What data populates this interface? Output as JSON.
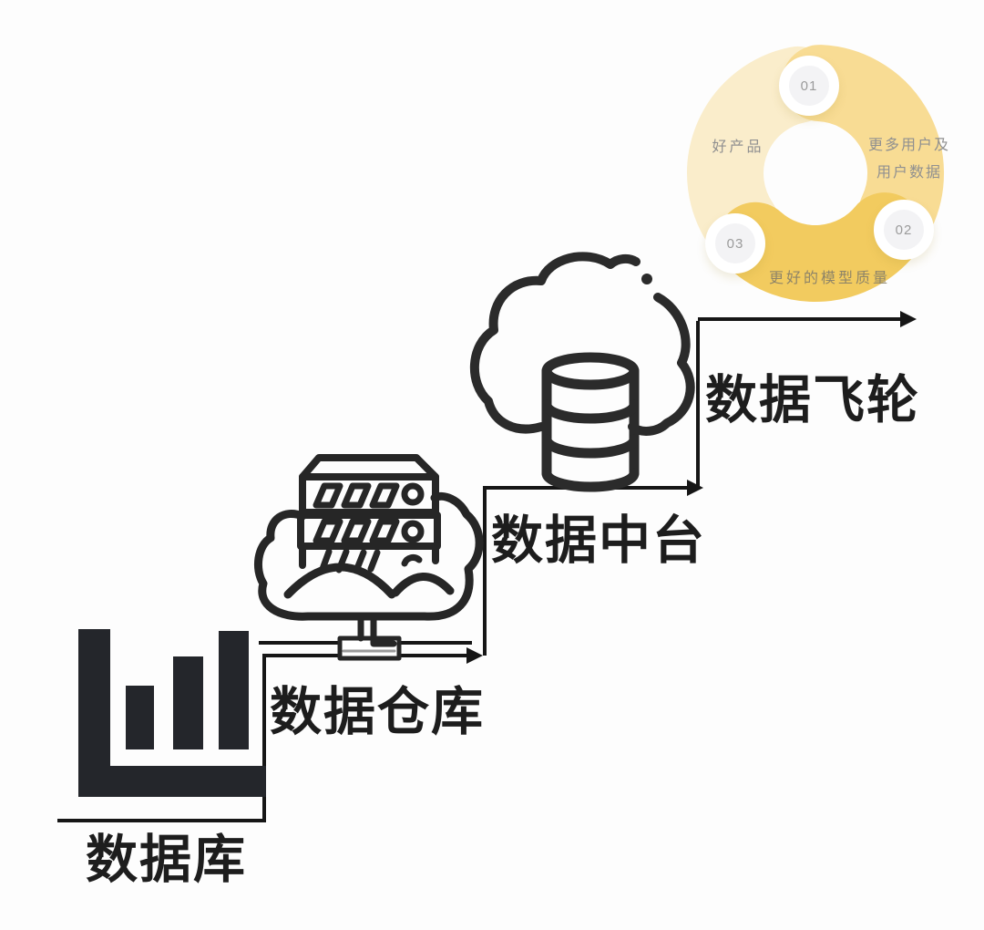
{
  "diagram": {
    "stages": [
      {
        "label": "数据库",
        "icon": "bar-chart-icon"
      },
      {
        "label": "数据仓库",
        "icon": "server-cloud-icon"
      },
      {
        "label": "数据中台",
        "icon": "cloud-database-icon"
      },
      {
        "label": "数据飞轮",
        "icon": "flywheel-cycle-icon"
      }
    ],
    "flywheel": {
      "items": [
        {
          "number": "01",
          "label": "好产品",
          "color": "#FAEDCB"
        },
        {
          "number": "02",
          "label_line1": "更多用户及",
          "label_line2": "用户数据",
          "color": "#F8DC94"
        },
        {
          "number": "03",
          "label": "更好的模型质量",
          "color": "#F2CB5F"
        }
      ]
    },
    "colors": {
      "ink": "#1D1D1D",
      "line": "#161616",
      "icon_dark": "#24262B",
      "flywheel_label_gray": "#909090",
      "flywheel_label_olive": "#8E8468",
      "badge_text": "#9B9B9B"
    }
  }
}
